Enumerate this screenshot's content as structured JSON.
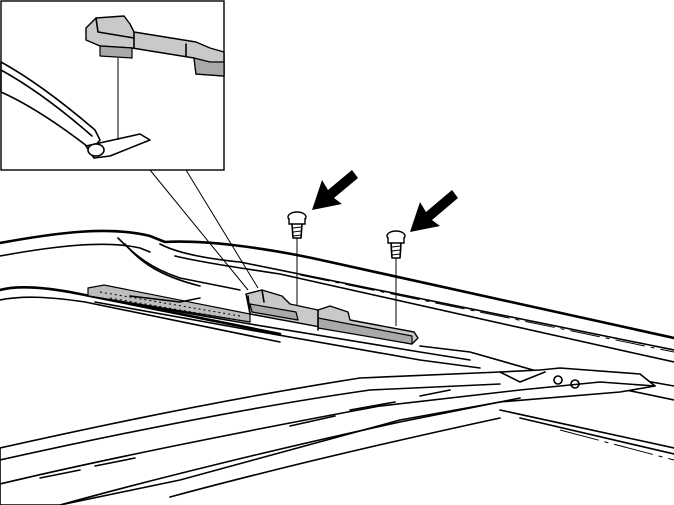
{
  "diagram": {
    "inset": {
      "label": ""
    },
    "fasteners": [
      {
        "name": "screw-1"
      },
      {
        "name": "screw-2"
      }
    ],
    "indicators": [
      {
        "name": "arrow-1"
      },
      {
        "name": "arrow-2"
      }
    ]
  }
}
